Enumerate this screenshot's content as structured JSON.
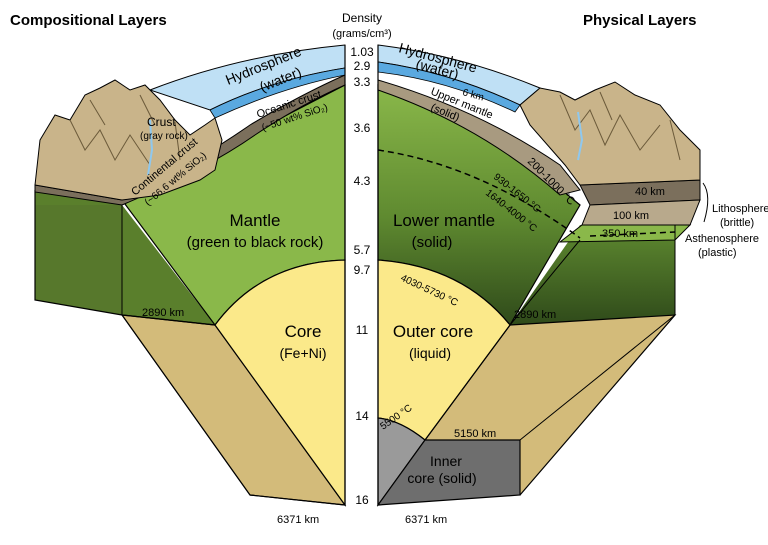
{
  "header": {
    "left_title": "Compositional Layers",
    "right_title": "Physical Layers",
    "density_title_line1": "Density",
    "density_title_line2": "(grams/cm³)"
  },
  "density_values": [
    "1.03",
    "2.9",
    "3.3",
    "3.6",
    "4.3",
    "5.7",
    "9.7",
    "11",
    "14",
    "16"
  ],
  "compositional": {
    "hydrosphere": "Hydrosphere",
    "hydrosphere_sub": "(water)",
    "crust": "Crust",
    "crust_sub": "(gray rock)",
    "oceanic_crust": "Oceanic crust",
    "oceanic_crust_sub": "(~50 wt% SiO₂)",
    "continental_crust": "Continental crust",
    "continental_crust_sub": "(~66.6 wt% SiO₂)",
    "mantle": "Mantle",
    "mantle_sub": "(green to black rock)",
    "core": "Core",
    "core_sub": "(Fe+Ni)",
    "depth_mantle": "2890 km",
    "depth_total": "6371 km"
  },
  "physical": {
    "hydrosphere": "Hydrosphere",
    "hydrosphere_sub": "(water)",
    "ocean_depth": "6 km",
    "upper_mantle": "Upper mantle",
    "upper_mantle_sub": "(solid)",
    "temp_upper": "200-1000 °C",
    "temp_transition1": "930-1650 °C",
    "temp_transition2": "1640-4000 °C",
    "lower_mantle": "Lower mantle",
    "lower_mantle_sub": "(solid)",
    "temp_outer_core": "4030-5730 °C",
    "outer_core": "Outer core",
    "outer_core_sub": "(liquid)",
    "temp_inner_core": "5500 °C",
    "inner_core": "Inner",
    "inner_core_sub": "core (solid)",
    "depth_40": "40 km",
    "depth_100": "100 km",
    "depth_350": "350 km",
    "depth_mantle": "2890 km",
    "depth_inner": "5150 km",
    "depth_total": "6371 km",
    "lithosphere": "Lithosphere",
    "lithosphere_sub": "(brittle)",
    "asthenosphere": "Asthenosphere",
    "asthenosphere_sub": "(plastic)"
  },
  "colors": {
    "water": "#bfe0f5",
    "water_dark": "#5aa9e0",
    "mantle": "#8ab84a",
    "mantle_dark": "#4f7a2a",
    "core": "#fbe98a",
    "core_side": "#d3bb7a",
    "inner_core": "#7a7a7a",
    "rock": "#a89a80"
  }
}
